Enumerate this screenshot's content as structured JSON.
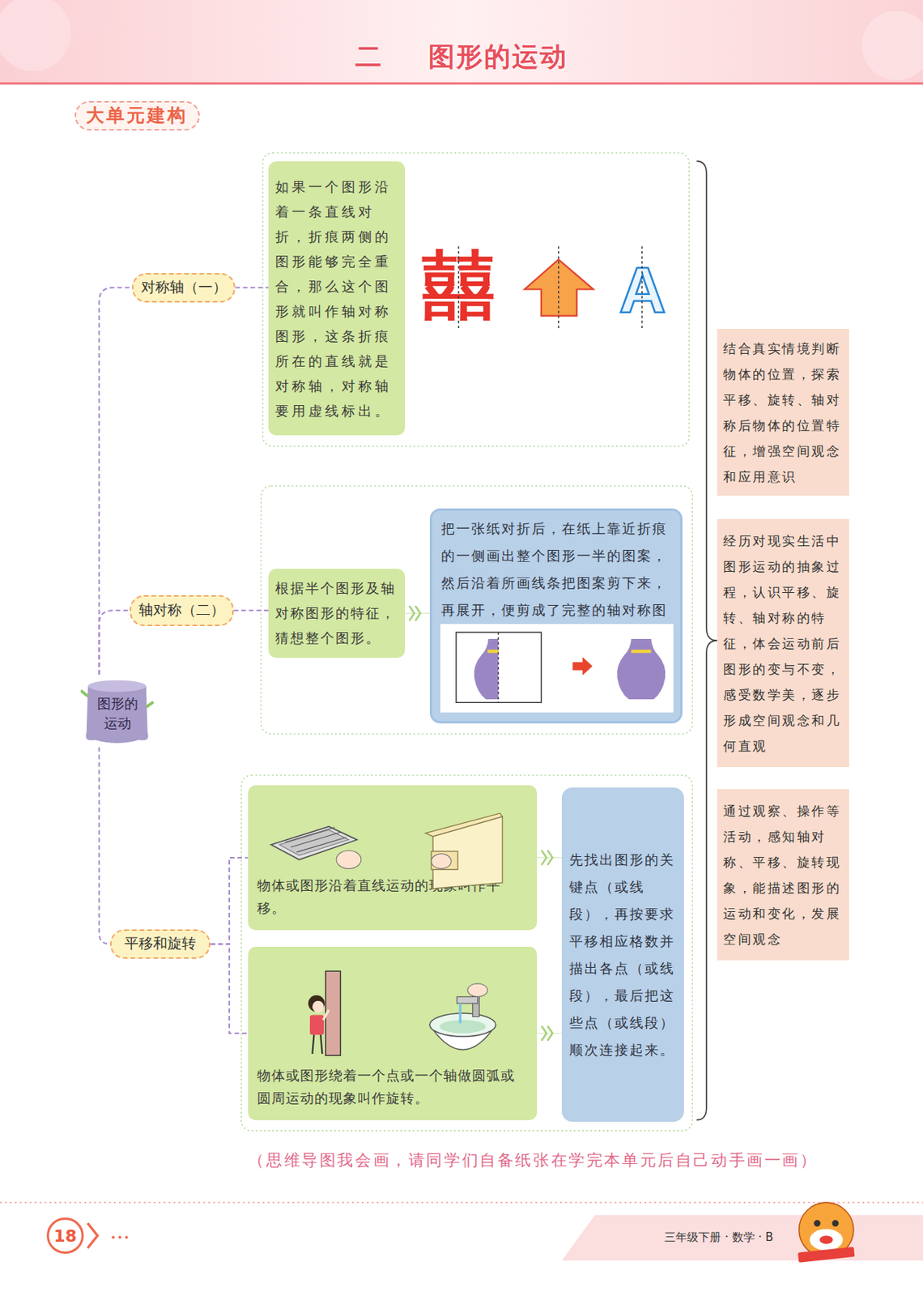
{
  "diagram": {
    "title": "二 图形的运动",
    "caption": "（思维导图我会画，请同学们自备纸张在学完本单元后自己动手画一画）",
    "nodes": [
      {
        "text": [
          "大单元建构"
        ]
      },
      {
        "text": [
          "图形的运动"
        ]
      },
      {
        "text": [
          "对称轴（一）"
        ]
      },
      {
        "text": [
          "如果一个图形沿着一条直线对折，折痕两侧的图形能够完全重合，那么这个图形就叫作轴对称图形，这条折痕所在的直线就是对称轴，对称轴要用虚线标出。"
        ]
      },
      {
        "text": [
          "轴对称（二）"
        ]
      },
      {
        "text": [
          "根据半个图形及轴对称图形的特征，猜想整个图形。"
        ]
      },
      {
        "text": [
          "把一张纸对折后，在纸上靠近折痕的一侧画出整个图形一半的图案，然后沿着所画线条把图案剪下来，再展开，便剪成了完整的轴对称图形。"
        ]
      },
      {
        "text": [
          "平移和旋转"
        ]
      },
      {
        "text": [
          "物体或图形沿着直线运动的现象叫作平移。"
        ]
      },
      {
        "text": [
          "物体或图形绕着一个点或一个轴做圆弧或圆周运动的现象叫作旋转。"
        ]
      },
      {
        "text": [
          "先找出图形的关键点（或线段），再按要求平移相应格数并描出各点（或线段），最后把这些点（或线段）顺次连接起来。"
        ]
      },
      {
        "text": [
          "结合真实情境判断物体的位置，探索平移、旋转、轴对称后物体的位置特征，增强空间观念和应用意识"
        ]
      },
      {
        "text": [
          "经历对现实生活中图形运动的抽象过程，认识平移、旋转、轴对称的特征，体会运动前后图形的变与不变，感受数学美，逐步形成空间观念和几何直观"
        ]
      },
      {
        "text": [
          "通过观察、操作等活动，感知轴对称、平移、旋转现象，能描述图形的运动和变化，发展空间观念"
        ]
      },
      {
        "text": [
          "18"
        ]
      }
    ],
    "edges": [
      {
        "from": 1,
        "to": 2,
        "arrow": "none"
      },
      {
        "from": 1,
        "to": 4,
        "arrow": "none"
      },
      {
        "from": 1,
        "to": 7,
        "arrow": "none"
      },
      {
        "from": 2,
        "to": 3,
        "arrow": "none"
      },
      {
        "from": 4,
        "to": 5,
        "arrow": "none"
      },
      {
        "from": 5,
        "to": 6,
        "arrow": "to"
      },
      {
        "from": 7,
        "to": 8,
        "arrow": "none"
      },
      {
        "from": 7,
        "to": 9,
        "arrow": "none"
      },
      {
        "from": 8,
        "to": 10,
        "arrow": "to"
      },
      {
        "from": 9,
        "to": 10,
        "arrow": "to"
      }
    ],
    "labels": [
      "囍",
      "A",
      "三年级下册 · 数学 · B"
    ]
  }
}
